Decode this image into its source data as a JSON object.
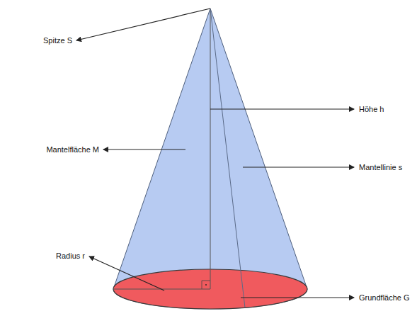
{
  "diagram": {
    "labels": [
      "Spitze S",
      "Höhe h",
      "Mantelfläche M",
      "Mantellinie s",
      "Radius r",
      "Grundfläche G"
    ]
  }
}
